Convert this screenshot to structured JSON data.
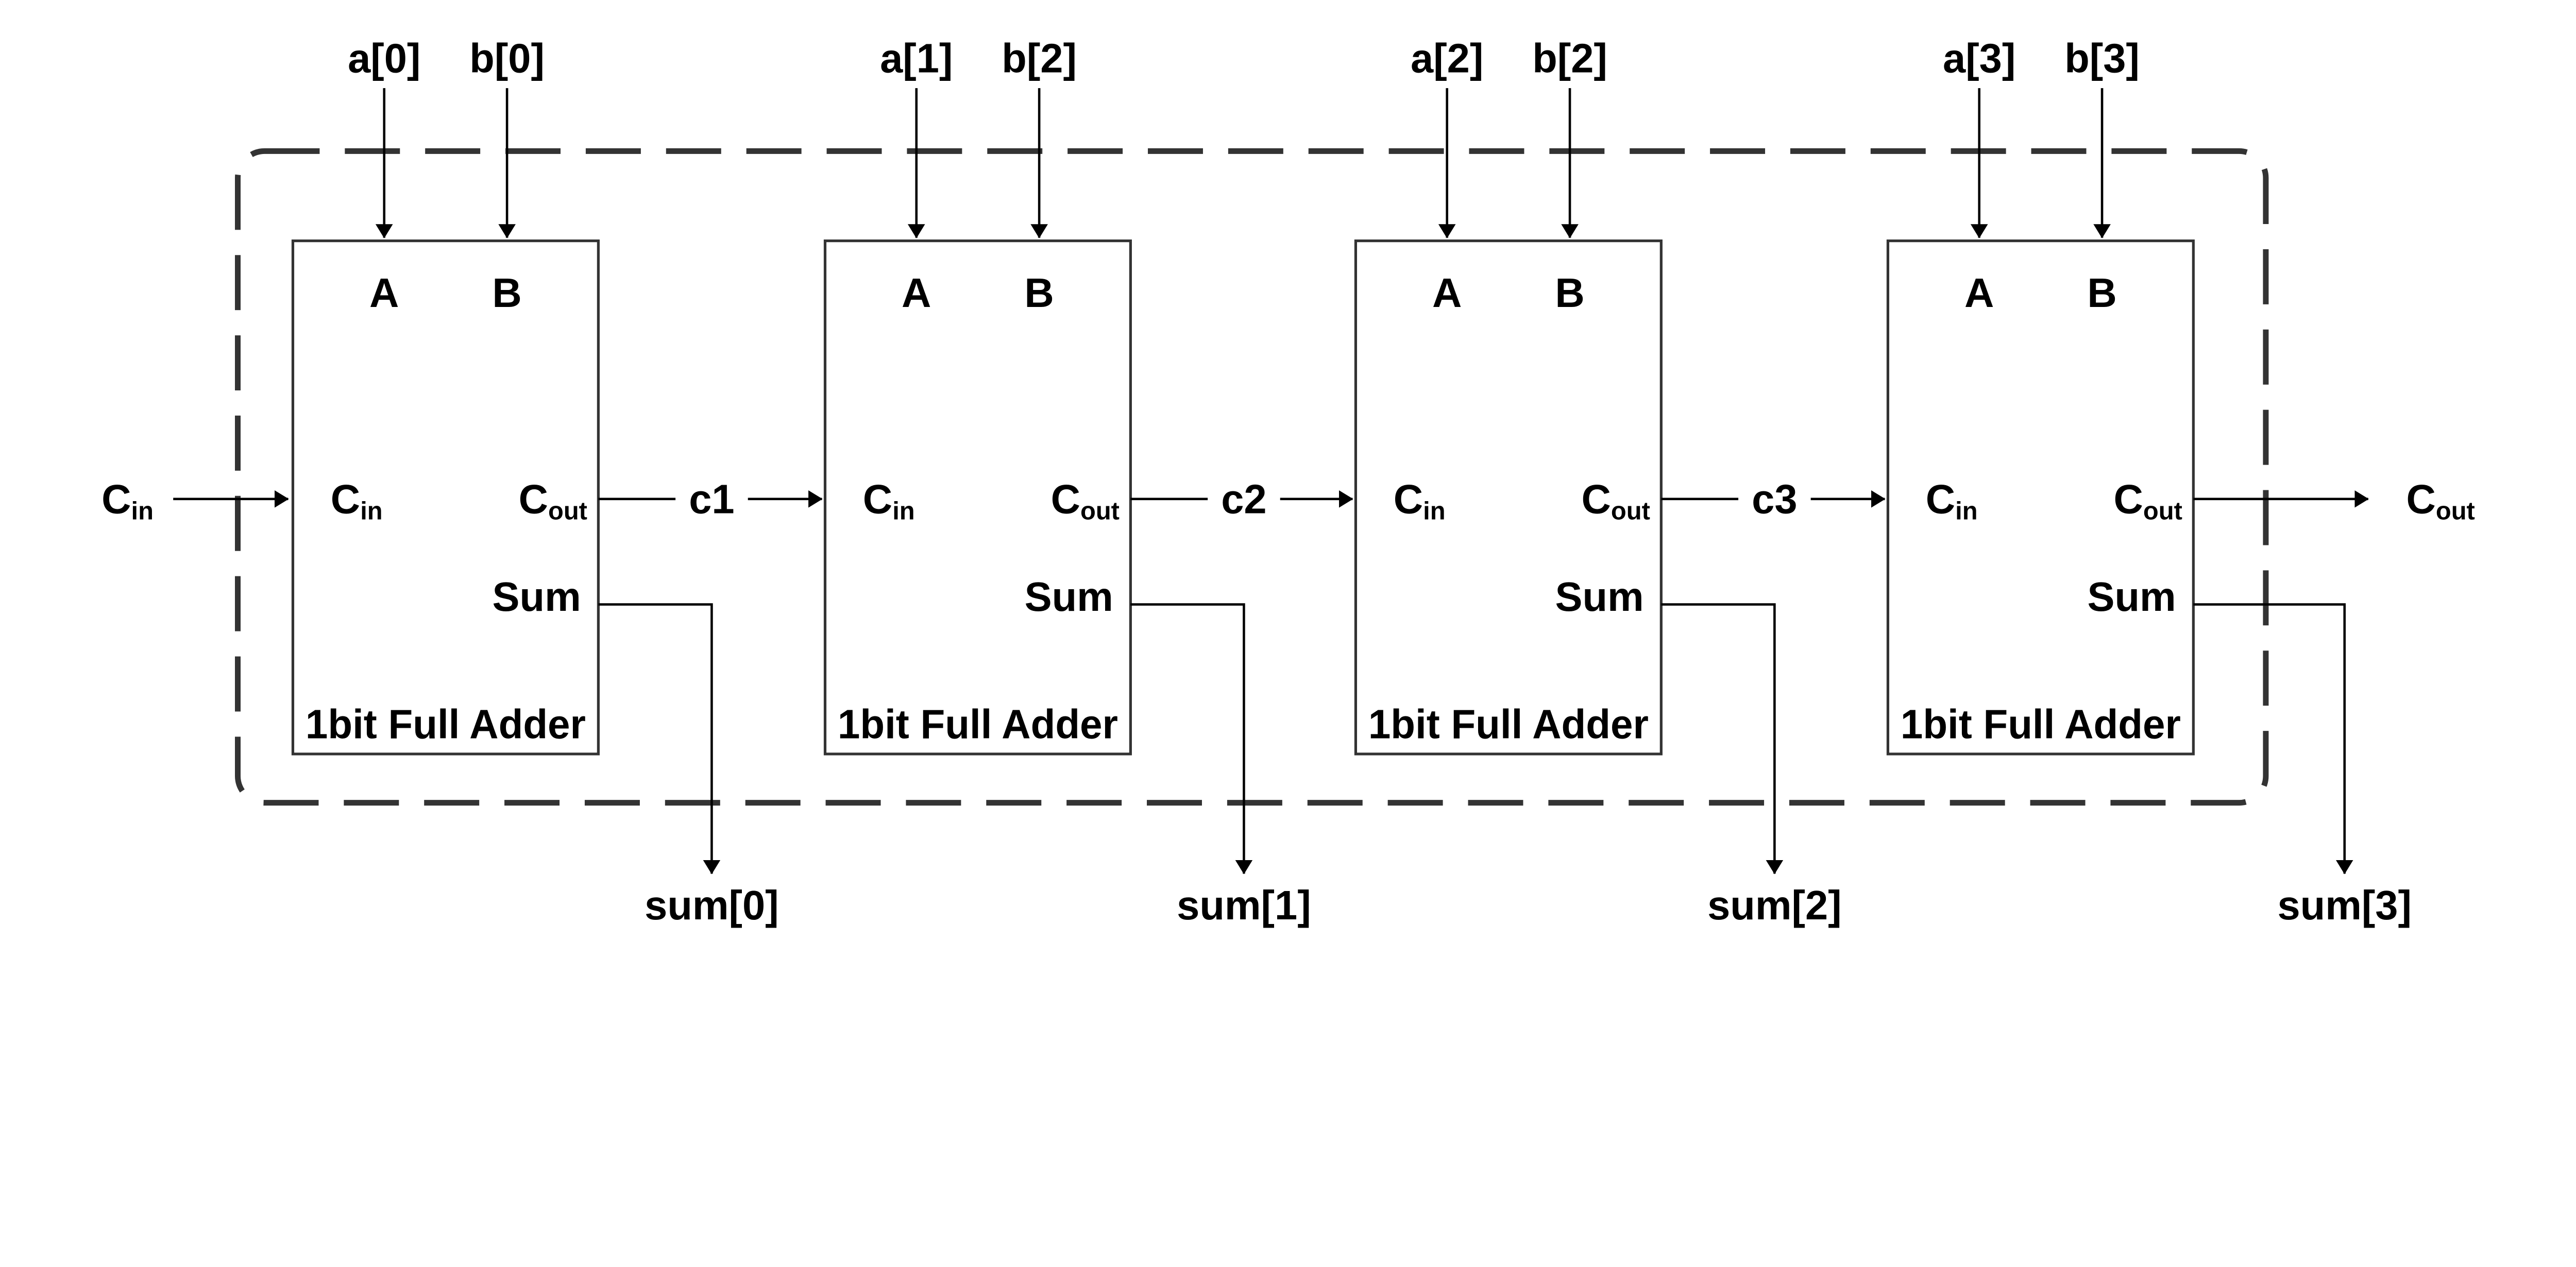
{
  "diagram": {
    "type": "4-bit ripple-carry adder block diagram",
    "colors": {
      "wire": "#000000",
      "box_border": "#333333",
      "dashed_border": "#333333",
      "text": "#000000",
      "background": "#ffffff"
    },
    "external": {
      "carry_in": {
        "main": "C",
        "sub": "in"
      },
      "carry_out": {
        "main": "C",
        "sub": "out"
      }
    },
    "carry_labels": [
      "c1",
      "c2",
      "c3"
    ],
    "adders": [
      {
        "title": "1bit Full Adder",
        "input_a": "a[0]",
        "input_b": "b[0]",
        "port_a": "A",
        "port_b": "B",
        "port_cin": {
          "main": "C",
          "sub": "in"
        },
        "port_cout": {
          "main": "C",
          "sub": "out"
        },
        "port_sum": "Sum",
        "sum_output": "sum[0]"
      },
      {
        "title": "1bit Full Adder",
        "input_a": "a[1]",
        "input_b": "b[2]",
        "port_a": "A",
        "port_b": "B",
        "port_cin": {
          "main": "C",
          "sub": "in"
        },
        "port_cout": {
          "main": "C",
          "sub": "out"
        },
        "port_sum": "Sum",
        "sum_output": "sum[1]"
      },
      {
        "title": "1bit Full Adder",
        "input_a": "a[2]",
        "input_b": "b[2]",
        "port_a": "A",
        "port_b": "B",
        "port_cin": {
          "main": "C",
          "sub": "in"
        },
        "port_cout": {
          "main": "C",
          "sub": "out"
        },
        "port_sum": "Sum",
        "sum_output": "sum[2]"
      },
      {
        "title": "1bit Full Adder",
        "input_a": "a[3]",
        "input_b": "b[3]",
        "port_a": "A",
        "port_b": "B",
        "port_cin": {
          "main": "C",
          "sub": "in"
        },
        "port_cout": {
          "main": "C",
          "sub": "out"
        },
        "port_sum": "Sum",
        "sum_output": "sum[3]"
      }
    ]
  }
}
